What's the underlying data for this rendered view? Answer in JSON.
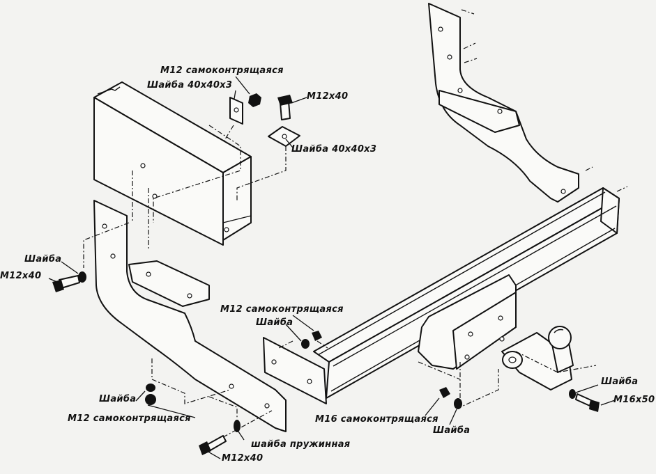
{
  "labels": {
    "m12_nut_top": "M12 самоконтрящаяся",
    "washer_top_left": "Шайба 40х40х3",
    "bolt_top": "M12х40",
    "washer_top_right": "Шайба 40х40х3",
    "washer_left": "Шайба",
    "bolt_left": "M12х40",
    "m12_nut_mid": "M12 самоконтрящаяся",
    "washer_mid": "Шайба",
    "washer_lower_left": "Шайба",
    "m12_nut_lower_left": "M12 самоконтрящаяся",
    "spring_washer": "шайба пружинная",
    "bolt_bottom": "M12х40",
    "m16_nut": "M16 самоконтрящаяся",
    "washer_bottom": "Шайба",
    "washer_right": "Шайба",
    "bolt_right": "M16х50"
  }
}
